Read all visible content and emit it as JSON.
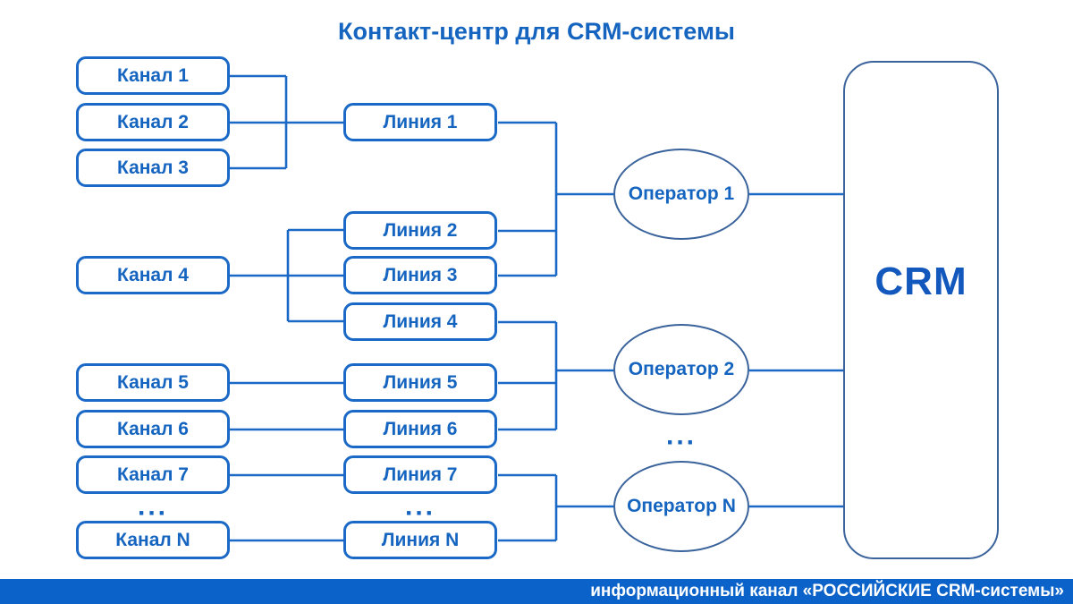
{
  "title": "Контакт-центр для CRM-системы",
  "channels": [
    "Канал 1",
    "Канал 2",
    "Канал 3",
    "Канал 4",
    "Канал 5",
    "Канал 6",
    "Канал 7",
    "Канал N"
  ],
  "channels_ellipsis": "...",
  "lines": [
    "Линия 1",
    "Линия 2",
    "Линия 3",
    "Линия 4",
    "Линия 5",
    "Линия 6",
    "Линия 7",
    "Линия N"
  ],
  "lines_ellipsis": "...",
  "operators": [
    "Оператор 1",
    "Оператор 2",
    "Оператор N"
  ],
  "operators_ellipsis": "...",
  "crm_label": "CRM",
  "footer": "информационный канал «РОССИЙСКИЕ CRM-системы»",
  "colors": {
    "text_blue": "#1565c0",
    "box_border": "#1b69c6",
    "connector": "#1b69c6",
    "shape_stroke": "#3a639c",
    "footer_bg": "#0b62c9",
    "footer_text": "#ffffff"
  }
}
